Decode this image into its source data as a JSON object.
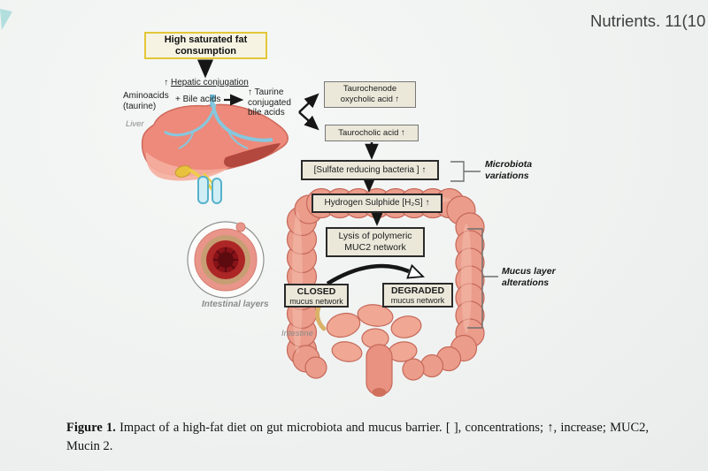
{
  "header": {
    "journal_ref": "Nutrients. 11(10"
  },
  "figure": {
    "boxes": {
      "high_fat": "High saturated fat\nconsumption",
      "taurochenode": "Taurochenode\noxycholic acid ↑",
      "taurocholic": "Taurocholic acid ↑",
      "sulfate": "[Sulfate reducing bacteria ] ↑",
      "hydrogen_sulphide": "Hydrogen Sulphide [H₂S] ↑",
      "lysis": "Lysis of polymeric\nMUC2 network",
      "closed_title": "CLOSED",
      "closed_sub": "mucus network",
      "degraded_title": "DEGRADED",
      "degraded_sub": "mucus network"
    },
    "annotations": {
      "hepatic_arrow": "↑",
      "hepatic_text": "Hepatic conjugation",
      "aminoacids": "Aminoacids\n(taurine)",
      "bile_acids": "+ Bile acids",
      "taurine_conjugated": "↑ Taurine\nconjugated\nbile acids",
      "liver": "Liver",
      "intestinal_layers": "Intestinal layers",
      "intestine": "Intestine",
      "microbiota_variations": "Microbiota\nvariations",
      "mucus_layer_alterations": "Mucus layer\nalterations"
    }
  },
  "caption": {
    "label": "Figure 1.",
    "text": "Impact of a high-fat diet on gut microbiota and mucus barrier. [ ], concentrations; ↑, increase; MUC2, Mucin 2."
  },
  "colors": {
    "accent_teal": "#a2d8d8",
    "box_fill": "#ebe8da",
    "highlight_border": "#e3c738",
    "liver_pink": "#ed8a7b",
    "intestine_pink": "#eb9c8b",
    "arrow_black": "#161616"
  }
}
